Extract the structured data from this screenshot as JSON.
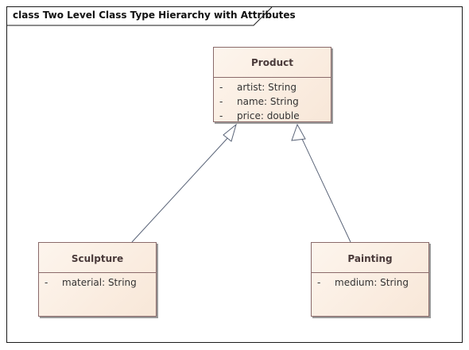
{
  "diagram": {
    "title": "class Two Level Class Type Hierarchy with Attributes",
    "classes": {
      "product": {
        "name": "Product",
        "attributes": [
          {
            "visibility": "-",
            "text": "artist: String"
          },
          {
            "visibility": "-",
            "text": "name: String"
          },
          {
            "visibility": "-",
            "text": "price: double"
          }
        ]
      },
      "sculpture": {
        "name": "Sculpture",
        "attributes": [
          {
            "visibility": "-",
            "text": "material: String"
          }
        ]
      },
      "painting": {
        "name": "Painting",
        "attributes": [
          {
            "visibility": "-",
            "text": "medium: String"
          }
        ]
      }
    },
    "relationships": [
      {
        "type": "generalization",
        "from": "Sculpture",
        "to": "Product"
      },
      {
        "type": "generalization",
        "from": "Painting",
        "to": "Product"
      }
    ],
    "colors": {
      "class_fill": "#fdf5ed",
      "class_border": "#8a6a6a",
      "connector": "#5a6478"
    }
  }
}
